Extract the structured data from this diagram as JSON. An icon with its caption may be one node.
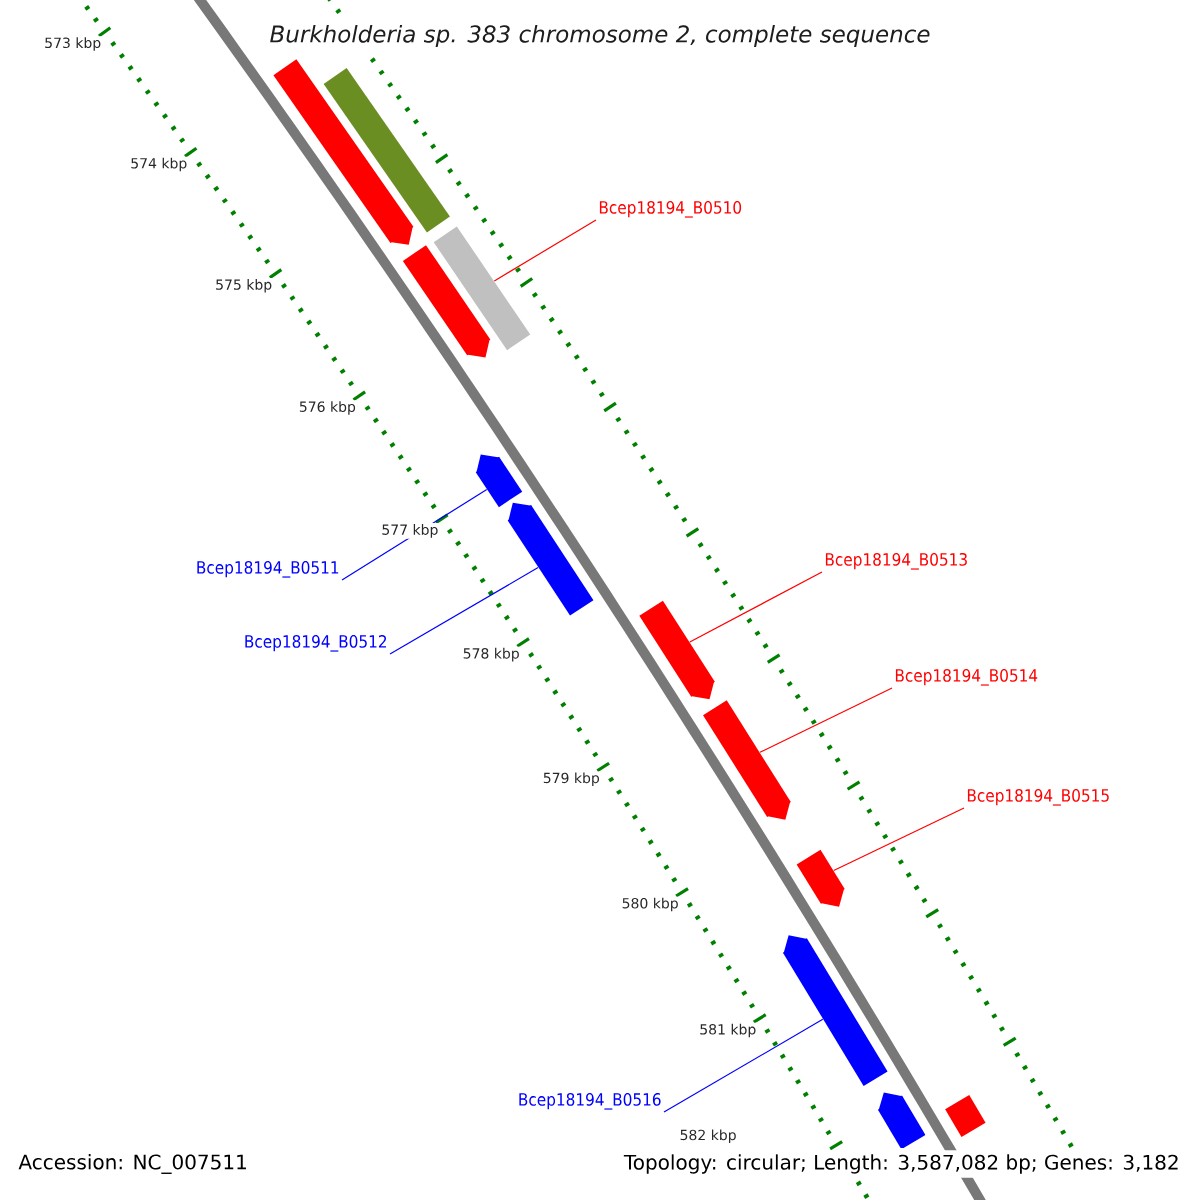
{
  "diagram": {
    "title": "*Burkholderia* sp. 383 chromosome 2, complete sequence",
    "nodes": [
      {
        "text": [
          "Bcep18194_B0510"
        ]
      },
      {
        "text": [
          "Bcep18194_B0511"
        ]
      },
      {
        "text": [
          "Bcep18194_B0512"
        ]
      },
      {
        "text": [
          "Bcep18194_B0513"
        ]
      },
      {
        "text": [
          "Bcep18194_B0514"
        ]
      },
      {
        "text": [
          "Bcep18194_B0515"
        ]
      },
      {
        "text": [
          "Bcep18194_B0516"
        ]
      },
      {
        "text": [],
        "shape": "bar"
      },
      {
        "text": [],
        "shape": "bar"
      },
      {
        "text": [],
        "shape": "bar"
      },
      {
        "text": [],
        "shape": "bar"
      },
      {
        "text": [],
        "shape": "bar"
      },
      {
        "text": [],
        "shape": "bar"
      },
      {
        "text": [],
        "shape": "bar"
      },
      {
        "text": [],
        "shape": "bar"
      },
      {
        "text": [],
        "shape": "bar"
      },
      {
        "text": [],
        "shape": "bar"
      },
      {
        "text": [],
        "shape": "bar"
      },
      {
        "text": [],
        "shape": "bar"
      }
    ],
    "edges": [
      {
        "from": 0,
        "to": 10,
        "arrow": "none"
      },
      {
        "from": 1,
        "to": 11,
        "arrow": "none",
        "color": "#0000ff"
      },
      {
        "from": 2,
        "to": 12,
        "arrow": "none",
        "color": "#0000ff"
      },
      {
        "from": 3,
        "to": 13,
        "arrow": "none"
      },
      {
        "from": 4,
        "to": 14,
        "arrow": "none"
      },
      {
        "from": 5,
        "to": 15,
        "arrow": "none"
      },
      {
        "from": 6,
        "to": 16,
        "arrow": "none",
        "color": "#0000ff"
      }
    ],
    "labels": [
      "573 kbp",
      "574 kbp",
      "575 kbp",
      "576 kbp",
      "577 kbp",
      "578 kbp",
      "579 kbp",
      "580 kbp",
      "581 kbp",
      "582 kbp",
      "Accession: NC_007511",
      "Topology: circular; Length: 3,587,082 bp; Genes: 3,182"
    ]
  }
}
